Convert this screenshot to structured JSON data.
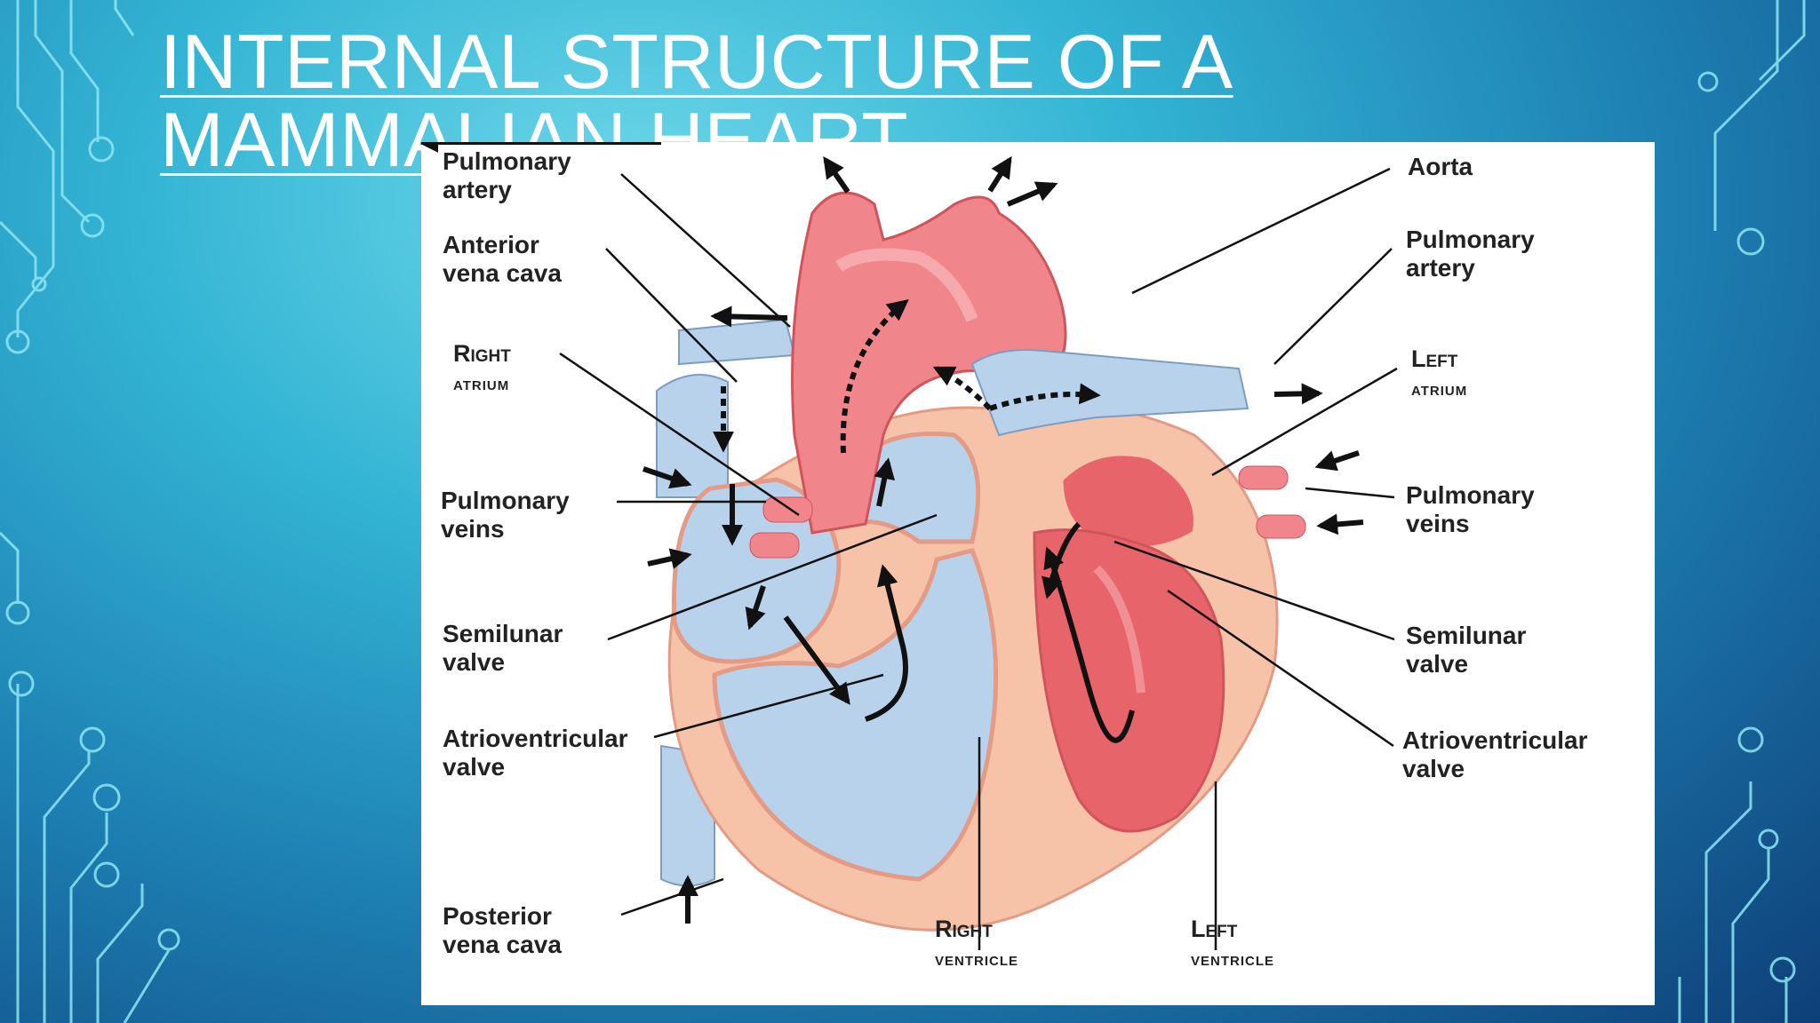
{
  "slide": {
    "title": "Internal Structure of a Mammalian Heart"
  },
  "colors": {
    "background_top": "#6fd8ea",
    "background_bottom": "#0e3f78",
    "deoxygenated": "#b8d2ec",
    "oxygenated": "#e8646b",
    "muscle": "#f6c3a8",
    "circuit_lines": "#8ee6f2"
  },
  "diagram": {
    "labels_left": [
      {
        "line1": "Pulmonary",
        "line2": "artery"
      },
      {
        "line1": "Anterior",
        "line2": "vena cava"
      },
      {
        "line1": "Right",
        "line2": "atrium"
      },
      {
        "line1": "Pulmonary",
        "line2": "veins"
      },
      {
        "line1": "Semilunar",
        "line2": "valve"
      },
      {
        "line1": "Atrioventricular",
        "line2": "valve"
      },
      {
        "line1": "Posterior",
        "line2": "vena cava"
      }
    ],
    "labels_right": [
      {
        "line1": "Aorta"
      },
      {
        "line1": "Pulmonary",
        "line2": "artery"
      },
      {
        "line1": "Left",
        "line2": "atrium"
      },
      {
        "line1": "Pulmonary",
        "line2": "veins"
      },
      {
        "line1": "Semilunar",
        "line2": "valve"
      },
      {
        "line1": "Atrioventricular",
        "line2": "valve"
      }
    ],
    "labels_bottom": [
      {
        "line1": "Right",
        "line2": "ventricle"
      },
      {
        "line1": "Left",
        "line2": "ventricle"
      }
    ]
  }
}
